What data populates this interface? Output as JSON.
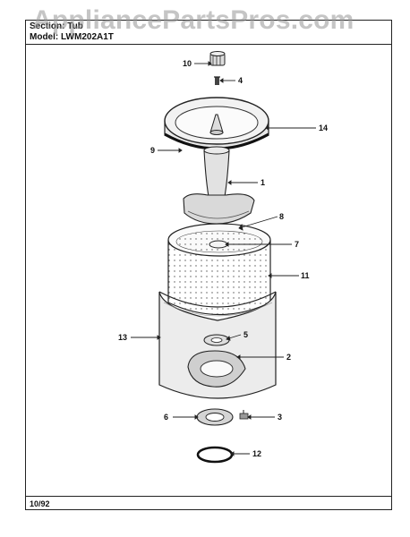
{
  "header": {
    "section_label": "Section: Tub",
    "model_label": "Model: LWM202A1T"
  },
  "footer": {
    "date": "10/92"
  },
  "watermark": "AppliancePartsPros.com",
  "callouts": [
    "10",
    "4",
    "14",
    "9",
    "1",
    "8",
    "7",
    "11",
    "13",
    "5",
    "2",
    "6",
    "3",
    "12"
  ]
}
